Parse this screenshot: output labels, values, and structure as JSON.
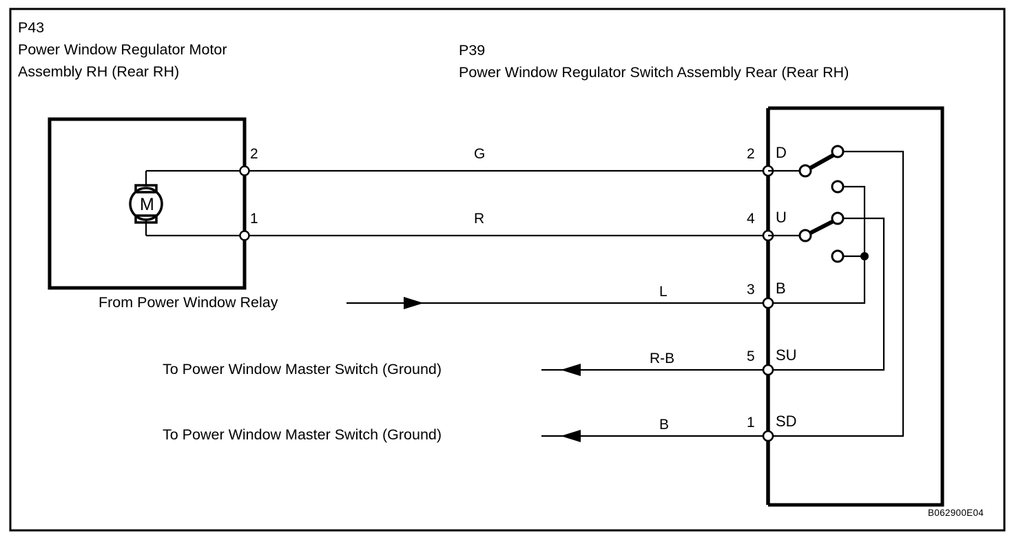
{
  "diagram": {
    "reference_code": "B062900E04",
    "ink_color": "#000000",
    "background_color": "#ffffff"
  },
  "components": {
    "left": {
      "code": "P43",
      "name_line1": "Power Window Regulator Motor",
      "name_line2": "Assembly RH (Rear RH)",
      "symbol_label": "M"
    },
    "right": {
      "code": "P39",
      "name_line1": "Power Window Regulator Switch Assembly Rear (Rear RH)"
    }
  },
  "connections": [
    {
      "motor_pin": "2",
      "wire_color": "G",
      "switch_pin": "2",
      "switch_terminal": "D"
    },
    {
      "motor_pin": "1",
      "wire_color": "R",
      "switch_pin": "4",
      "switch_terminal": "U"
    },
    {
      "source_label": "From Power Window Relay",
      "arrow": "right",
      "wire_color": "L",
      "switch_pin": "3",
      "switch_terminal": "B"
    },
    {
      "source_label": "To Power Window Master Switch (Ground)",
      "arrow": "left",
      "wire_color": "R-B",
      "switch_pin": "5",
      "switch_terminal": "SU"
    },
    {
      "source_label": "To Power Window Master Switch (Ground)",
      "arrow": "left",
      "wire_color": "B",
      "switch_pin": "1",
      "switch_terminal": "SD"
    }
  ]
}
